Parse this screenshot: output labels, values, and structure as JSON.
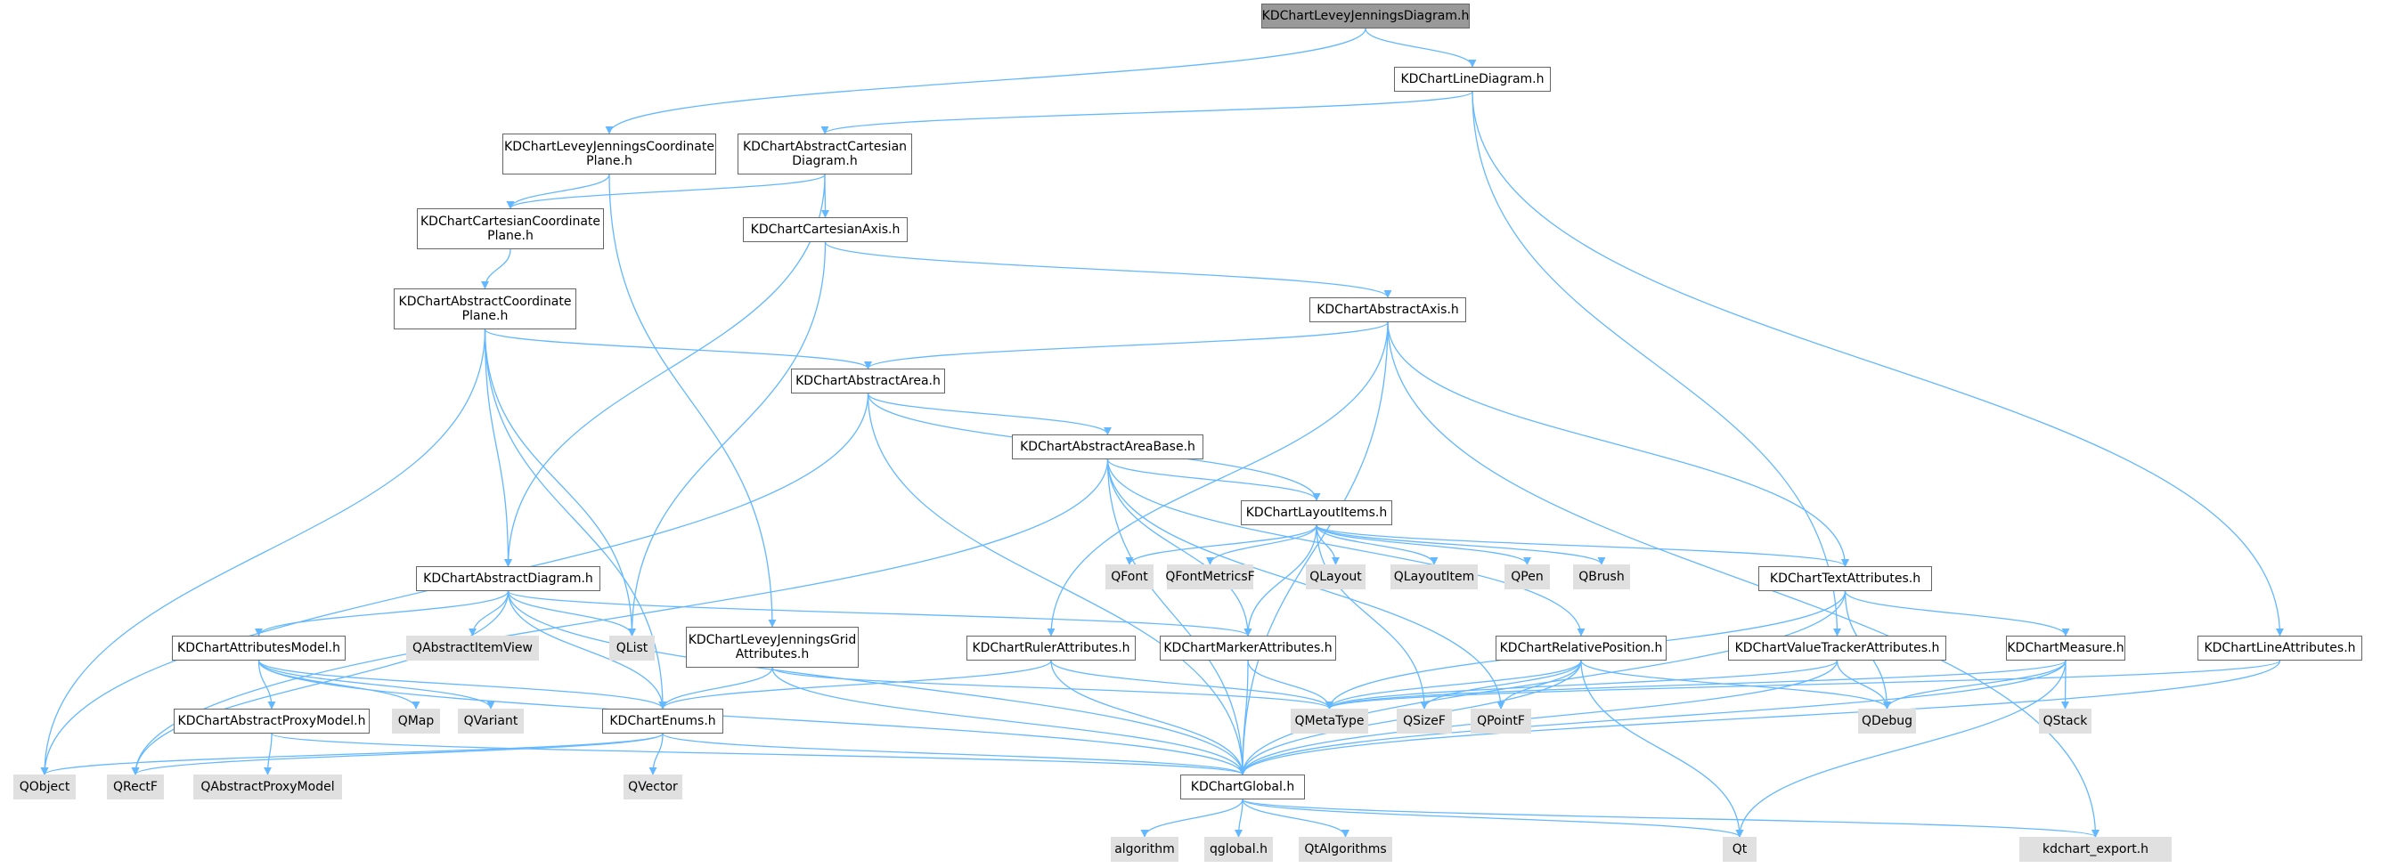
{
  "colors": {
    "edge": "#63b8ff",
    "root_fill": "#999999",
    "header_fill": "#ffffff",
    "external_fill": "#e0e0e0",
    "border": "#666666"
  },
  "nodes": [
    {
      "id": "n_levey_diagram",
      "label": "KDChartLeveyJenningsDiagram.h",
      "kind": "root"
    },
    {
      "id": "n_line_diagram",
      "label": "KDChartLineDiagram.h",
      "kind": "header"
    },
    {
      "id": "n_levey_plane",
      "label": "KDChartLeveyJenningsCoordinate\nPlane.h",
      "kind": "header"
    },
    {
      "id": "n_abs_cart_diagram",
      "label": "KDChartAbstractCartesian\nDiagram.h",
      "kind": "header"
    },
    {
      "id": "n_cart_plane",
      "label": "KDChartCartesianCoordinate\nPlane.h",
      "kind": "header"
    },
    {
      "id": "n_cart_axis",
      "label": "KDChartCartesianAxis.h",
      "kind": "header"
    },
    {
      "id": "n_abs_plane",
      "label": "KDChartAbstractCoordinate\nPlane.h",
      "kind": "header"
    },
    {
      "id": "n_abs_axis",
      "label": "KDChartAbstractAxis.h",
      "kind": "header"
    },
    {
      "id": "n_abs_area",
      "label": "KDChartAbstractArea.h",
      "kind": "header"
    },
    {
      "id": "n_abs_area_base",
      "label": "KDChartAbstractAreaBase.h",
      "kind": "header"
    },
    {
      "id": "n_layout_items",
      "label": "KDChartLayoutItems.h",
      "kind": "header"
    },
    {
      "id": "n_abs_diagram",
      "label": "KDChartAbstractDiagram.h",
      "kind": "header"
    },
    {
      "id": "n_text_attr",
      "label": "KDChartTextAttributes.h",
      "kind": "header"
    },
    {
      "id": "n_attr_model",
      "label": "KDChartAttributesModel.h",
      "kind": "header"
    },
    {
      "id": "n_levey_grid",
      "label": "KDChartLeveyJenningsGrid\nAttributes.h",
      "kind": "header"
    },
    {
      "id": "n_ruler_attr",
      "label": "KDChartRulerAttributes.h",
      "kind": "header"
    },
    {
      "id": "n_marker_attr",
      "label": "KDChartMarkerAttributes.h",
      "kind": "header"
    },
    {
      "id": "n_rel_pos",
      "label": "KDChartRelativePosition.h",
      "kind": "header"
    },
    {
      "id": "n_value_tracker",
      "label": "KDChartValueTrackerAttributes.h",
      "kind": "header"
    },
    {
      "id": "n_measure",
      "label": "KDChartMeasure.h",
      "kind": "header"
    },
    {
      "id": "n_line_attr",
      "label": "KDChartLineAttributes.h",
      "kind": "header"
    },
    {
      "id": "n_abs_proxy",
      "label": "KDChartAbstractProxyModel.h",
      "kind": "header"
    },
    {
      "id": "n_enums",
      "label": "KDChartEnums.h",
      "kind": "header"
    },
    {
      "id": "n_global",
      "label": "KDChartGlobal.h",
      "kind": "header"
    },
    {
      "id": "n_qfont",
      "label": "QFont",
      "kind": "external"
    },
    {
      "id": "n_qfontmetricsf",
      "label": "QFontMetricsF",
      "kind": "external"
    },
    {
      "id": "n_qlayout",
      "label": "QLayout",
      "kind": "external"
    },
    {
      "id": "n_qlayoutitem",
      "label": "QLayoutItem",
      "kind": "external"
    },
    {
      "id": "n_qpen",
      "label": "QPen",
      "kind": "external"
    },
    {
      "id": "n_qbrush",
      "label": "QBrush",
      "kind": "external"
    },
    {
      "id": "n_qabstractitemview",
      "label": "QAbstractItemView",
      "kind": "external"
    },
    {
      "id": "n_qlist",
      "label": "QList",
      "kind": "external"
    },
    {
      "id": "n_qmap",
      "label": "QMap",
      "kind": "external"
    },
    {
      "id": "n_qvariant",
      "label": "QVariant",
      "kind": "external"
    },
    {
      "id": "n_qmetatype",
      "label": "QMetaType",
      "kind": "external"
    },
    {
      "id": "n_qsizef",
      "label": "QSizeF",
      "kind": "external"
    },
    {
      "id": "n_qpointf",
      "label": "QPointF",
      "kind": "external"
    },
    {
      "id": "n_qdebug",
      "label": "QDebug",
      "kind": "external"
    },
    {
      "id": "n_qstack",
      "label": "QStack",
      "kind": "external"
    },
    {
      "id": "n_qobject",
      "label": "QObject",
      "kind": "external"
    },
    {
      "id": "n_qrectf",
      "label": "QRectF",
      "kind": "external"
    },
    {
      "id": "n_qabstractproxymodel",
      "label": "QAbstractProxyModel",
      "kind": "external"
    },
    {
      "id": "n_qvector",
      "label": "QVector",
      "kind": "external"
    },
    {
      "id": "n_algorithm",
      "label": "algorithm",
      "kind": "external"
    },
    {
      "id": "n_qglobal",
      "label": "qglobal.h",
      "kind": "external"
    },
    {
      "id": "n_qtalgorithms",
      "label": "QtAlgorithms",
      "kind": "external"
    },
    {
      "id": "n_qt",
      "label": "Qt",
      "kind": "external"
    },
    {
      "id": "n_kdchart_export",
      "label": "kdchart_export.h",
      "kind": "external"
    }
  ],
  "edges": [
    [
      "n_levey_diagram",
      "n_line_diagram"
    ],
    [
      "n_levey_diagram",
      "n_levey_plane"
    ],
    [
      "n_line_diagram",
      "n_abs_cart_diagram"
    ],
    [
      "n_line_diagram",
      "n_value_tracker"
    ],
    [
      "n_line_diagram",
      "n_line_attr"
    ],
    [
      "n_levey_plane",
      "n_cart_plane"
    ],
    [
      "n_levey_plane",
      "n_levey_grid"
    ],
    [
      "n_abs_cart_diagram",
      "n_cart_plane"
    ],
    [
      "n_abs_cart_diagram",
      "n_cart_axis"
    ],
    [
      "n_abs_cart_diagram",
      "n_abs_diagram"
    ],
    [
      "n_cart_plane",
      "n_abs_plane"
    ],
    [
      "n_cart_axis",
      "n_abs_axis"
    ],
    [
      "n_cart_axis",
      "n_qlist"
    ],
    [
      "n_abs_plane",
      "n_abs_area"
    ],
    [
      "n_abs_plane",
      "n_abs_diagram"
    ],
    [
      "n_abs_plane",
      "n_qobject"
    ],
    [
      "n_abs_plane",
      "n_qlist"
    ],
    [
      "n_abs_plane",
      "n_enums"
    ],
    [
      "n_abs_axis",
      "n_abs_area"
    ],
    [
      "n_abs_axis",
      "n_ruler_attr"
    ],
    [
      "n_abs_axis",
      "n_text_attr"
    ],
    [
      "n_abs_axis",
      "n_global"
    ],
    [
      "n_abs_axis",
      "n_kdchart_export"
    ],
    [
      "n_abs_area",
      "n_abs_area_base"
    ],
    [
      "n_abs_area",
      "n_layout_items"
    ],
    [
      "n_abs_area",
      "n_qobject"
    ],
    [
      "n_abs_area",
      "n_global"
    ],
    [
      "n_abs_area_base",
      "n_layout_items"
    ],
    [
      "n_abs_area_base",
      "n_rel_pos"
    ],
    [
      "n_abs_area_base",
      "n_marker_attr"
    ],
    [
      "n_abs_area_base",
      "n_global"
    ],
    [
      "n_abs_area_base",
      "n_qrectf"
    ],
    [
      "n_abs_area_base",
      "n_qpointf"
    ],
    [
      "n_layout_items",
      "n_qfont"
    ],
    [
      "n_layout_items",
      "n_qfontmetricsf"
    ],
    [
      "n_layout_items",
      "n_qlayout"
    ],
    [
      "n_layout_items",
      "n_qlayoutitem"
    ],
    [
      "n_layout_items",
      "n_qpen"
    ],
    [
      "n_layout_items",
      "n_qbrush"
    ],
    [
      "n_layout_items",
      "n_text_attr"
    ],
    [
      "n_layout_items",
      "n_marker_attr"
    ],
    [
      "n_layout_items",
      "n_qsizef"
    ],
    [
      "n_abs_diagram",
      "n_attr_model"
    ],
    [
      "n_abs_diagram",
      "n_qabstractitemview"
    ],
    [
      "n_abs_diagram",
      "n_qlist"
    ],
    [
      "n_abs_diagram",
      "n_marker_attr"
    ],
    [
      "n_abs_diagram",
      "n_global"
    ],
    [
      "n_abs_diagram",
      "n_qrectf"
    ],
    [
      "n_abs_diagram",
      "n_enums"
    ],
    [
      "n_text_attr",
      "n_measure"
    ],
    [
      "n_text_attr",
      "n_qmetatype"
    ],
    [
      "n_text_attr",
      "n_qdebug"
    ],
    [
      "n_text_attr",
      "n_global"
    ],
    [
      "n_attr_model",
      "n_abs_proxy"
    ],
    [
      "n_attr_model",
      "n_qmap"
    ],
    [
      "n_attr_model",
      "n_qvariant"
    ],
    [
      "n_attr_model",
      "n_enums"
    ],
    [
      "n_attr_model",
      "n_global"
    ],
    [
      "n_levey_grid",
      "n_global"
    ],
    [
      "n_levey_grid",
      "n_qmetatype"
    ],
    [
      "n_levey_grid",
      "n_enums"
    ],
    [
      "n_ruler_attr",
      "n_qmetatype"
    ],
    [
      "n_ruler_attr",
      "n_global"
    ],
    [
      "n_ruler_attr",
      "n_enums"
    ],
    [
      "n_marker_attr",
      "n_qmetatype"
    ],
    [
      "n_marker_attr",
      "n_global"
    ],
    [
      "n_rel_pos",
      "n_qmetatype"
    ],
    [
      "n_rel_pos",
      "n_qsizef"
    ],
    [
      "n_rel_pos",
      "n_qpointf"
    ],
    [
      "n_rel_pos",
      "n_qdebug"
    ],
    [
      "n_rel_pos",
      "n_global"
    ],
    [
      "n_rel_pos",
      "n_qt"
    ],
    [
      "n_value_tracker",
      "n_qmetatype"
    ],
    [
      "n_value_tracker",
      "n_qdebug"
    ],
    [
      "n_value_tracker",
      "n_global"
    ],
    [
      "n_measure",
      "n_qmetatype"
    ],
    [
      "n_measure",
      "n_qdebug"
    ],
    [
      "n_measure",
      "n_qstack"
    ],
    [
      "n_measure",
      "n_global"
    ],
    [
      "n_measure",
      "n_qt"
    ],
    [
      "n_line_attr",
      "n_qmetatype"
    ],
    [
      "n_line_attr",
      "n_global"
    ],
    [
      "n_abs_proxy",
      "n_qabstractproxymodel"
    ],
    [
      "n_abs_proxy",
      "n_global"
    ],
    [
      "n_enums",
      "n_qrectf"
    ],
    [
      "n_enums",
      "n_qvector"
    ],
    [
      "n_enums",
      "n_global"
    ],
    [
      "n_enums",
      "n_qobject"
    ],
    [
      "n_global",
      "n_algorithm"
    ],
    [
      "n_global",
      "n_qglobal"
    ],
    [
      "n_global",
      "n_qtalgorithms"
    ],
    [
      "n_global",
      "n_qt"
    ],
    [
      "n_global",
      "n_kdchart_export"
    ]
  ]
}
